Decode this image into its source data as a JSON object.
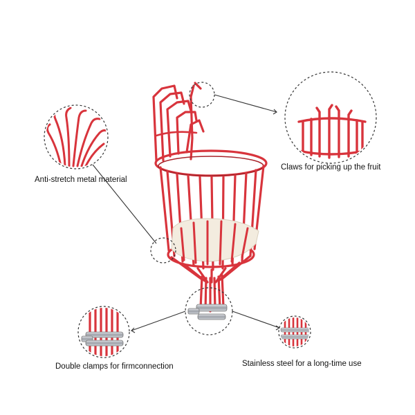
{
  "labels": {
    "anti_stretch": "Anti-stretch metal material",
    "claws": "Claws for picking up the fruit",
    "double_clamps": "Double clamps for firmconnection",
    "stainless_steel": "Stainless steel for a long-time use"
  },
  "colors": {
    "basket_red": "#d8343c",
    "basket_dark": "#a8242b",
    "pad_cream": "#f3ecdf",
    "clamp_steel": "#b8bcc2",
    "callout_dash": "#333333",
    "text": "#111111"
  }
}
